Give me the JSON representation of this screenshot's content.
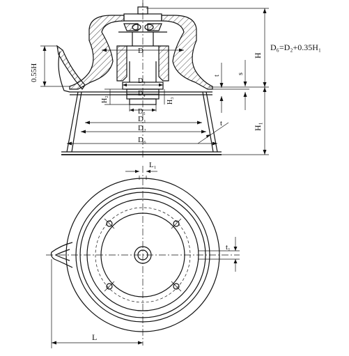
{
  "side_view": {
    "formula": "D₆=D₂+0.35H₁",
    "labels": {
      "D": "D",
      "D1": "D₁",
      "D2": "D₂",
      "D3": "D₃",
      "D4": "D₄",
      "D5": "D₅",
      "D6": "D₆",
      "D_inner": "D",
      "H": "H",
      "H1": "H₁",
      "H2": "H₂",
      "H3": "H₃",
      "h055": "0.55H",
      "t": "t",
      "s": "s",
      "t_wall": "t"
    }
  },
  "top_view": {
    "labels": {
      "L1": "L₁",
      "L": "L",
      "t1": "t₁"
    }
  }
}
